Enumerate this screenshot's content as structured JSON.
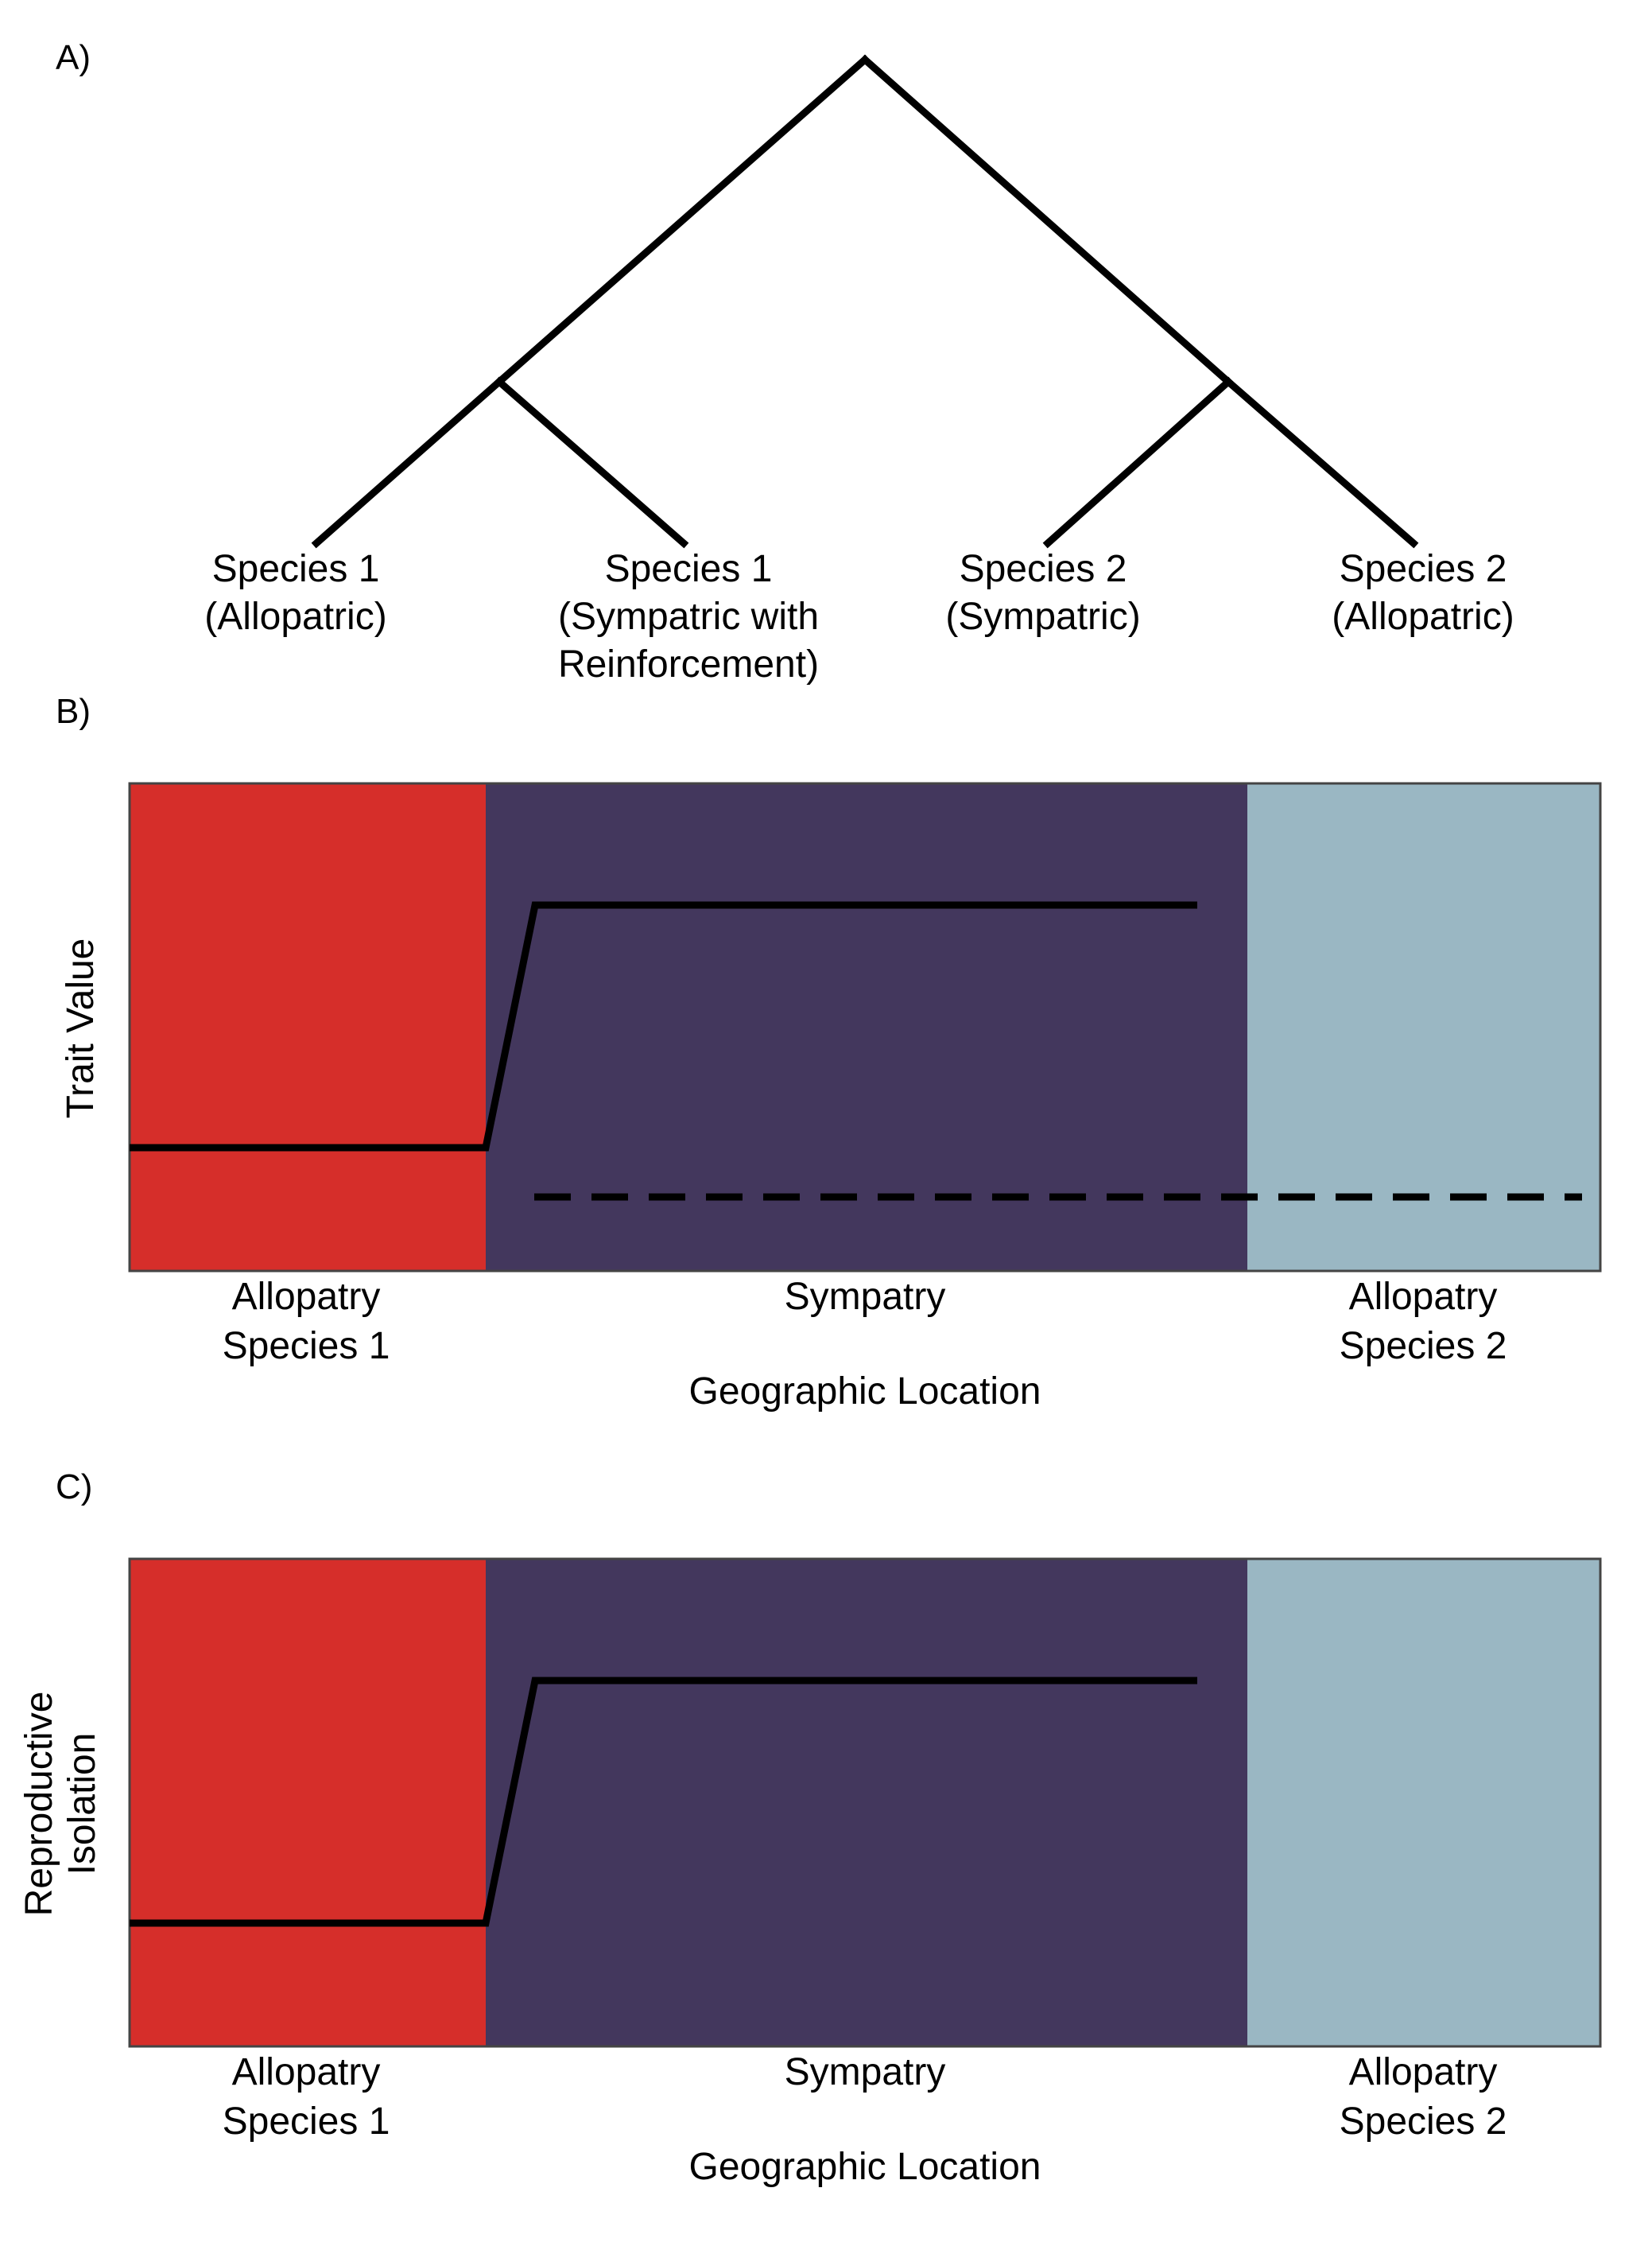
{
  "panels": {
    "a": {
      "label": "A)"
    },
    "b": {
      "label": "B)"
    },
    "c": {
      "label": "C)"
    }
  },
  "tree": {
    "tips": [
      {
        "label": "Species 1\n(Allopatric)"
      },
      {
        "label": "Species 1\n(Sympatric with\nReinforcement)"
      },
      {
        "label": "Species 2\n(Sympatric)"
      },
      {
        "label": "Species 2\n(Allopatric)"
      }
    ]
  },
  "zones": [
    {
      "label": "Allopatry\nSpecies 1",
      "color": "#d62e2a"
    },
    {
      "label": "Sympatry",
      "color": "#43375d"
    },
    {
      "label": "Allopatry\nSpecies 2",
      "color": "#9ab7c3"
    }
  ],
  "chart_b": {
    "ylabel": "Trait Value",
    "xlabel": "Geographic Location"
  },
  "chart_c": {
    "ylabel": "Reproductive\nIsolation",
    "xlabel": "Geographic Location"
  }
}
